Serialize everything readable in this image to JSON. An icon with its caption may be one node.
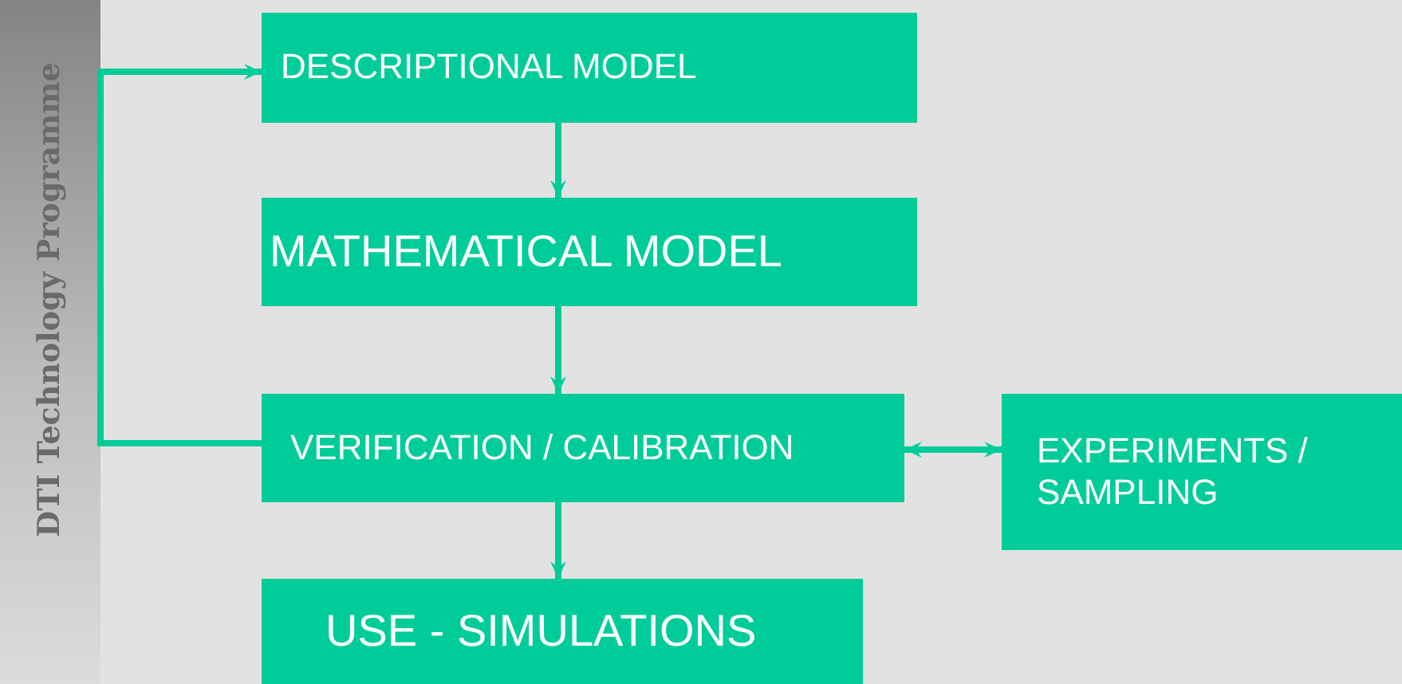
{
  "diagram": {
    "nodes": [
      {
        "text": [
          "DESCRIPTIONAL MODEL"
        ]
      },
      {
        "text": [
          "MATHEMATICAL MODEL"
        ]
      },
      {
        "text": [
          "VERIFICATION / CALIBRATION"
        ]
      },
      {
        "text": [
          "USE - SIMULATIONS"
        ]
      },
      {
        "text": [
          "EXPERIMENTS / SAMPLING"
        ]
      }
    ],
    "edges": [
      {
        "from": 0,
        "to": 1,
        "arrow": "to"
      },
      {
        "from": 1,
        "to": 2,
        "arrow": "to"
      },
      {
        "from": 2,
        "to": 3,
        "arrow": "to"
      },
      {
        "from": 2,
        "to": 0,
        "arrow": "to"
      },
      {
        "from": 2,
        "to": 4,
        "arrow": "both"
      }
    ],
    "labels": [
      "DTI Technology Programme"
    ]
  }
}
